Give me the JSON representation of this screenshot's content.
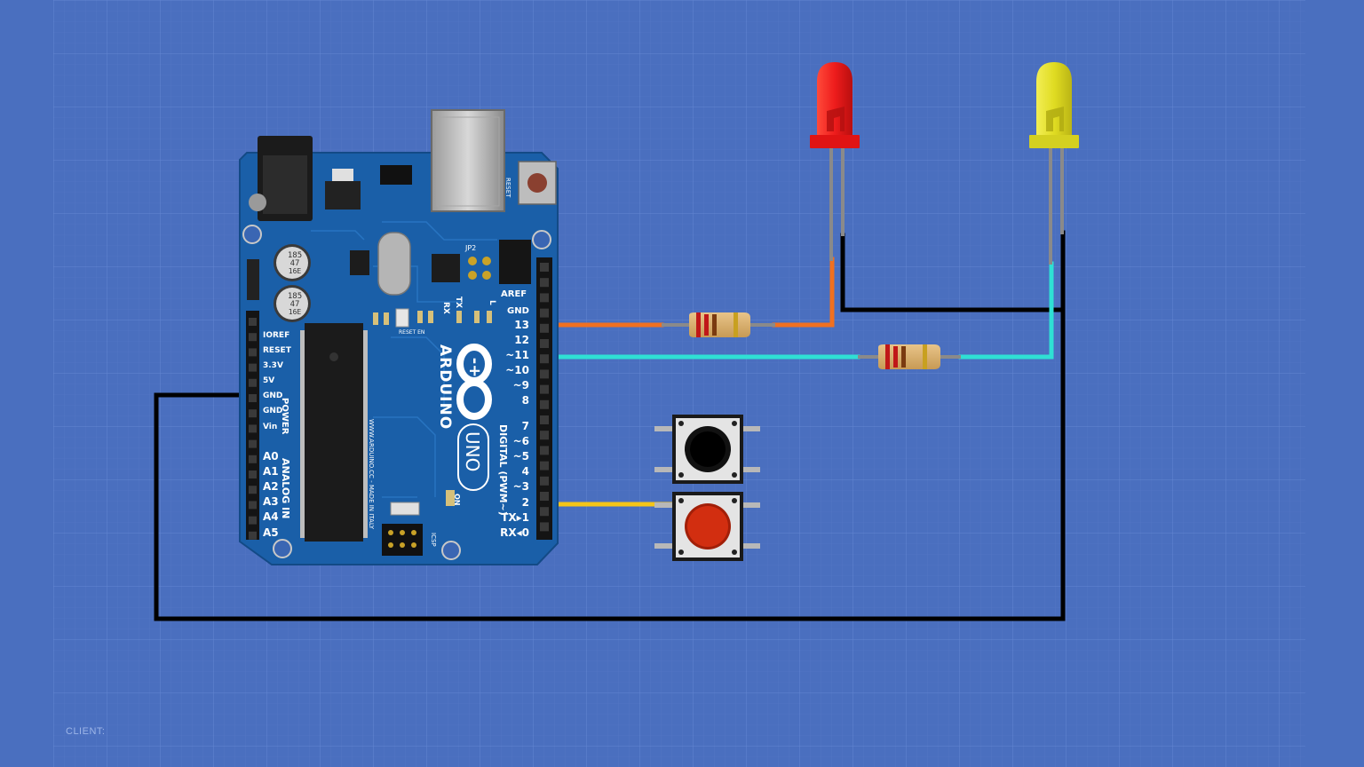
{
  "client_label": "CLIENT:",
  "board": {
    "brand": "ARDUINO",
    "model": "UNO",
    "logo_symbols": "-+",
    "digital_title": "DIGITAL (PWM~)",
    "power_title": "POWER",
    "analog_title": "ANALOG IN",
    "website": "WWW.ARDUINO.CC - MADE IN ITALY",
    "aref": "AREF",
    "gnd_top": "GND",
    "reset_label": "RESET",
    "reset_en": "RESET EN",
    "icsp": "ICSP",
    "tx_top": "TX",
    "rx_top": "RX",
    "on_label": "ON",
    "l_label": "L",
    "jp2": "JP2",
    "cap_lines": [
      "185",
      "47",
      "16E"
    ],
    "digital_pins": [
      "13",
      "12",
      "~11",
      "~10",
      "~9",
      "8",
      "7",
      "~6",
      "~5",
      "4",
      "~3",
      "2",
      "TX▸1",
      "RX◂0"
    ],
    "power_pins": [
      "IOREF",
      "RESET",
      "3.3V",
      "5V",
      "GND",
      "GND",
      "Vin"
    ],
    "analog_pins": [
      "A0",
      "A1",
      "A2",
      "A3",
      "A4",
      "A5"
    ]
  },
  "colors": {
    "background": "#4a6fbf",
    "grid": "#5a7dcb",
    "board": "#1a5fa8",
    "wire_pin13": "#f07020",
    "wire_pin11": "#2fe0d4",
    "wire_pin2": "#f5c518",
    "wire_ground": "#000000",
    "led_red": "#ee1c1c",
    "led_yellow": "#e6e22a",
    "button_red": "#d22e10"
  }
}
